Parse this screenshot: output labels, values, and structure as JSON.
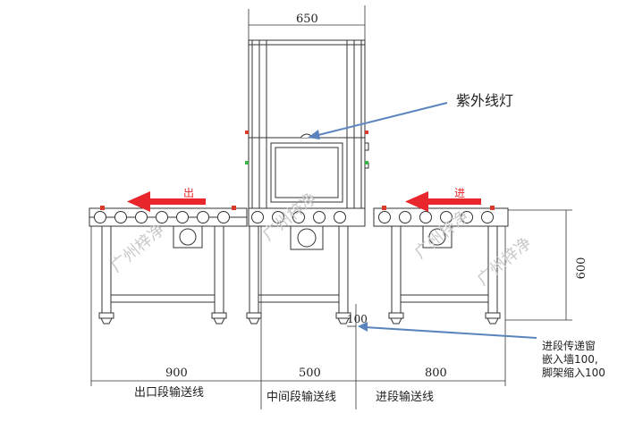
{
  "dimensions": {
    "top_width": "650",
    "height_right": "600",
    "offset": "100",
    "left_section": "900",
    "middle_section": "500",
    "right_section": "800"
  },
  "labels": {
    "uv_lamp": "紫外线灯",
    "arrow_out": "出",
    "arrow_in": "进",
    "outlet_line": "出口段输送线",
    "middle_line": "中间段输送线",
    "inlet_line": "进段输送线",
    "note_line1": "进段传递窗",
    "note_line2": "嵌入墙100,",
    "note_line3": "脚架缩入100"
  },
  "watermark": "广州梓净",
  "colors": {
    "line": "#333333",
    "arrow": "#e8262b",
    "leader": "#5b84bd",
    "watermark": "#c9c9c9",
    "green_mark": "#3bb54a",
    "red_mark": "#d9382b"
  }
}
